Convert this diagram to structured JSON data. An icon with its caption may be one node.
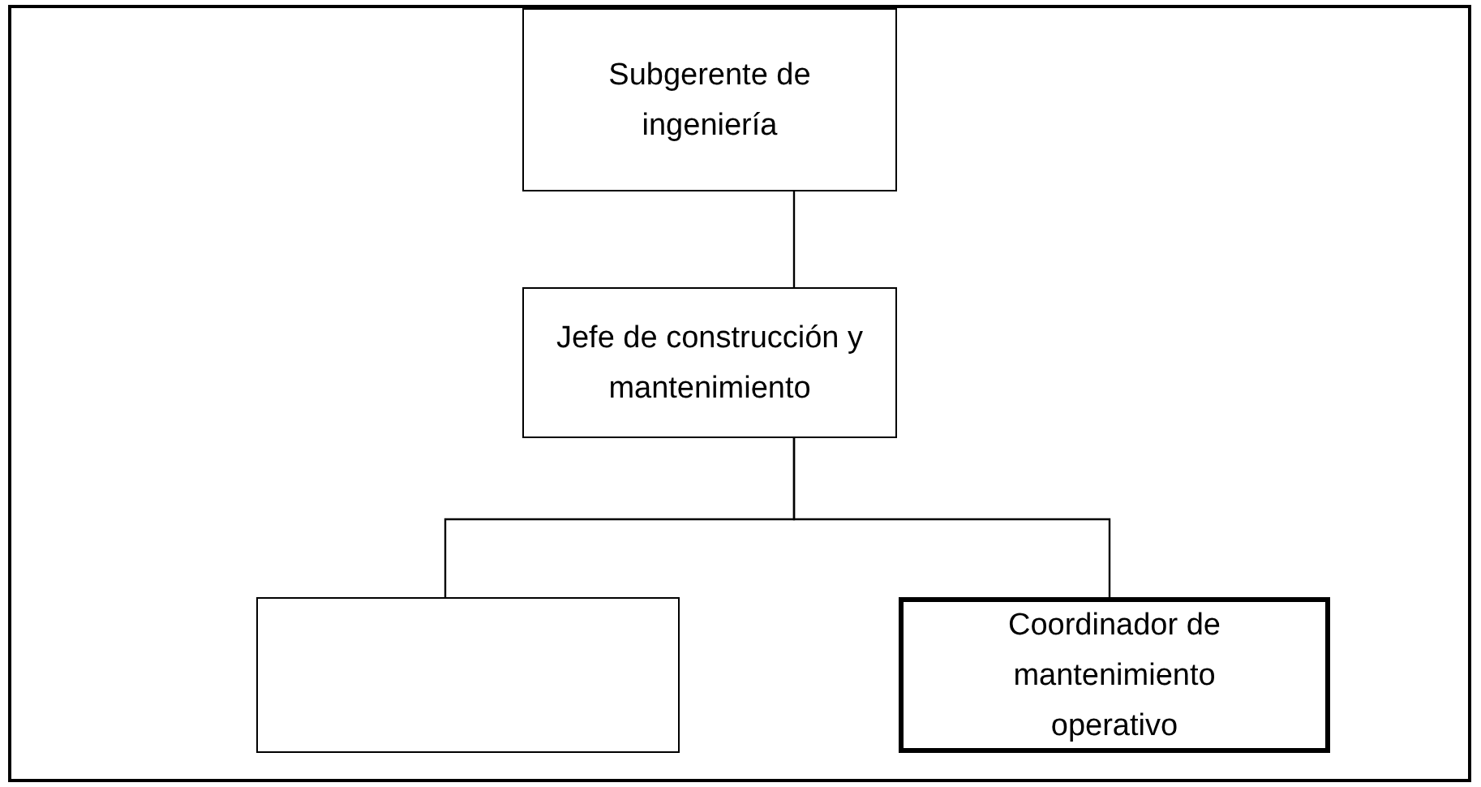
{
  "diagram": {
    "nodes": [
      {
        "text": [
          "Subgerente de ingeniería"
        ]
      },
      {
        "text": [
          "Jefe de construcción y mantenimiento"
        ]
      },
      {
        "text": [],
        "shape": "box"
      },
      {
        "text": [
          "Coordinador de mantenimiento operativo"
        ]
      }
    ],
    "edges": [
      {
        "from": 0,
        "to": 1,
        "arrow": "none"
      },
      {
        "from": 1,
        "to": 2,
        "arrow": "none"
      },
      {
        "from": 1,
        "to": 3,
        "arrow": "none"
      }
    ]
  }
}
